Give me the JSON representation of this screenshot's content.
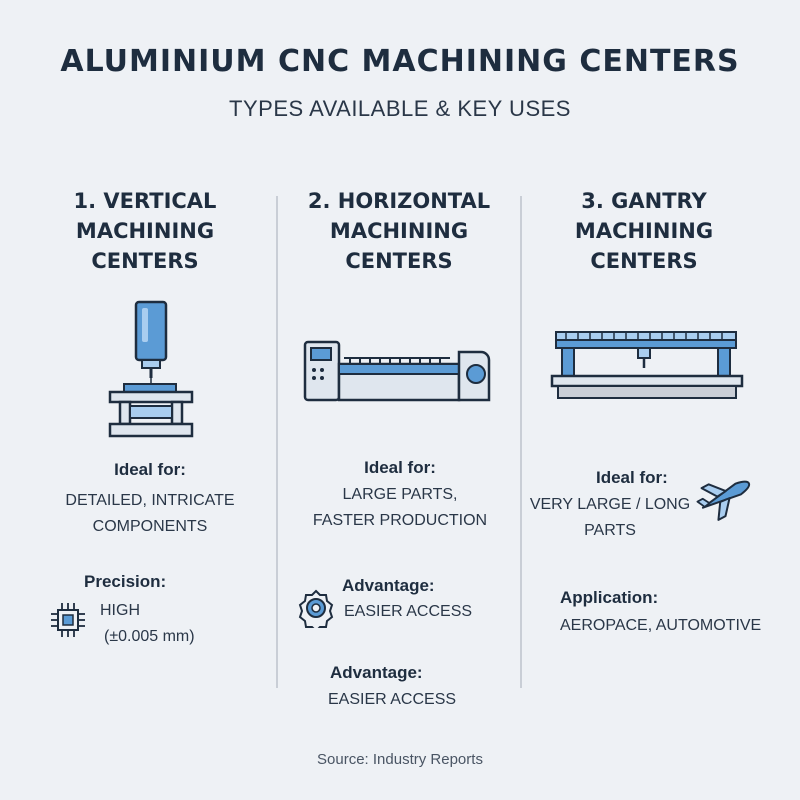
{
  "header": {
    "title": "ALUMINIUM CNC MACHINING CENTERS",
    "subtitle": "TYPES AVAILABLE & KEY USES"
  },
  "columns": [
    {
      "title_lines": [
        "1. VERTICAL",
        "MACHINING",
        "CENTERS"
      ],
      "ideal_label": "Ideal for:",
      "ideal_lines": [
        "DETAILED, INTRICATE",
        "COMPONENTS"
      ],
      "precision_label": "Precision:",
      "precision_lines": [
        "HIGH",
        "(±0.005 mm)"
      ],
      "icons": [
        "vertical-mill-icon",
        "microchip-icon"
      ]
    },
    {
      "title_lines": [
        "2. HORIZONTAL",
        "MACHINING",
        "CENTERS"
      ],
      "ideal_label": "Ideal for:",
      "ideal_lines": [
        "LARGE PARTS,",
        "FASTER PRODUCTION"
      ],
      "advantage_label": "Advantage:",
      "advantage_value": "EASIER ACCESS",
      "advantage2_label": "Advantage:",
      "advantage2_value": "EASIER ACCESS",
      "icons": [
        "horizontal-machine-icon",
        "gear-icon"
      ]
    },
    {
      "title_lines": [
        "3. GANTRY",
        "MACHINING",
        "CENTERS"
      ],
      "ideal_label": "Ideal for:",
      "ideal_lines": [
        "VERY LARGE / LONG",
        "PARTS"
      ],
      "application_label": "Application:",
      "application_value": "AEROPACE, AUTOMOTIVE",
      "icons": [
        "gantry-machine-icon",
        "airplane-icon"
      ]
    }
  ],
  "footer": {
    "source": "Source: Industry Reports"
  },
  "colors": {
    "accent_blue": "#5b9bd5",
    "light_blue": "#a9cdef",
    "dark_navy": "#1e2d3f",
    "background": "#eef1f5"
  }
}
